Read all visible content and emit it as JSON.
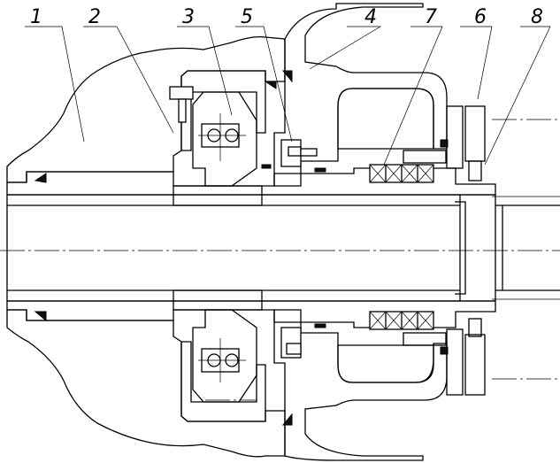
{
  "callouts": [
    {
      "id": "1",
      "label": "1"
    },
    {
      "id": "2",
      "label": "2"
    },
    {
      "id": "3",
      "label": "3"
    },
    {
      "id": "5",
      "label": "5"
    },
    {
      "id": "4",
      "label": "4"
    },
    {
      "id": "7",
      "label": "7"
    },
    {
      "id": "6",
      "label": "6"
    },
    {
      "id": "8",
      "label": "8"
    }
  ],
  "colors": {
    "line": "#000000",
    "background": "#ffffff",
    "seal": "#111111"
  }
}
